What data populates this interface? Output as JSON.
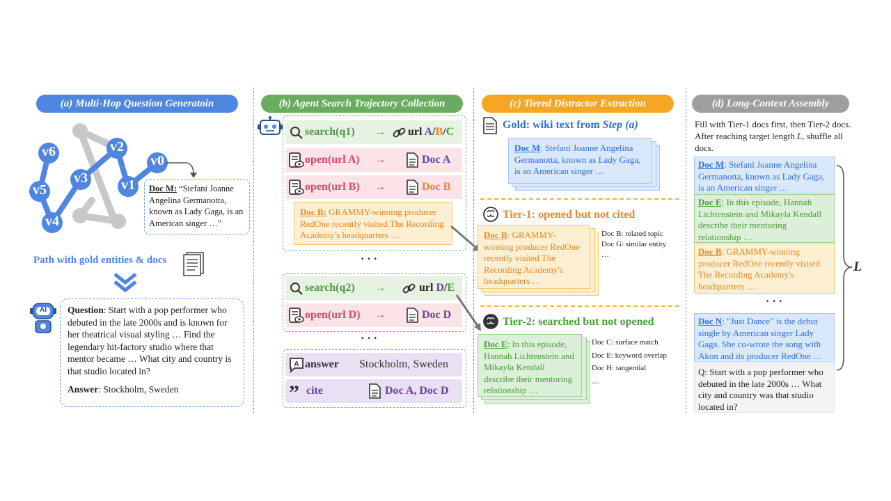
{
  "panel_a": {
    "header": "(a) Multi-Hop Question Generatoin",
    "nodes": [
      "v6",
      "v2",
      "v0",
      "v3",
      "v1",
      "v5",
      "v4"
    ],
    "doc_m_label": "Doc M:",
    "doc_m_text": "“Stefani Joanne Angelina Germanotta, known as Lady Gaga, is an American singer …”",
    "path_label": "Path with gold entities & docs",
    "ai_badge": "AI",
    "question_label": "Question",
    "question_text": ": Start with a pop performer who debuted in the late 2000s and is known for her theatrical visual styling … Find the legendary hit-factory studio where that mentor became … What city and country is that studio located in?",
    "answer_label": "Answer",
    "answer_text": ": Stockholm, Sweden"
  },
  "panel_b": {
    "header": "(b) Agent Search Trajectory Collection",
    "search1": "search(q1)",
    "url1_prefix": "url ",
    "url1_a": "A",
    "url1_b": "B",
    "url1_c": "C",
    "slash": "/",
    "open_a": "open(url A)",
    "doc_a": "Doc A",
    "open_b": "open(url B)",
    "doc_b": "Doc B",
    "docb_label": "Doc B:",
    "docb_text": " GRAMMY-winning producer RedOne recently visited The Recording Academy's headquarters …",
    "ellipsis": "· · ·",
    "search2": "search(q2)",
    "url2_prefix": "url ",
    "url2_d": "D",
    "url2_e": "E",
    "open_d": "open(url D)",
    "doc_d": "Doc D",
    "answer_label": "answer",
    "answer_value": "Stockholm, Sweden",
    "cite_label": "cite",
    "cite_value": "Doc A, Doc D",
    "arrow": "→"
  },
  "panel_c": {
    "header": "(c) Tiered Distractor Extraction",
    "gold_title_prefix": "Gold: wiki text from ",
    "gold_title_em": "Step (a)",
    "gold_label": "Doc M",
    "gold_text": ": Stefani Joanne Angelina Germanotta, known as Lady Gaga, is an American singer …",
    "tier1_title": "Tier-1: opened but not cited",
    "tier1_label": "Doc B",
    "tier1_text": ": GRAMMY-winning producer RedOne recently visited The Recording Academy's headquarters …",
    "tier1_notes": [
      "Doc B: related topic",
      "Doc G: similar entity",
      "…"
    ],
    "tier2_title": "Tier-2: searched but not opened",
    "tier2_label": "Doc E",
    "tier2_text": ": In this episode, Hannah Lichtenstein and Mikayla Kendall describe their mentoring relationship …",
    "tier2_notes": [
      "Doc C: surface match",
      "Doc E: keyword overlap",
      "Doc H: tangential",
      "…"
    ]
  },
  "panel_d": {
    "header": "(d) Long-Context Assembly",
    "desc_1": "Fill with Tier-1 docs first, then Tier-2 docs. After reaching target length ",
    "desc_L": "L",
    "desc_2": ", shuffle all docs.",
    "docs": [
      {
        "label": "Doc M",
        "text": ": Stefani Joanne Angelina Germanotta, known as Lady Gaga, is an American singer …"
      },
      {
        "label": "Doc E",
        "text": ": In this episode, Hannah Lichtenstein and Mikayla Kendall describe their mentoring relationship …"
      },
      {
        "label": "Doc B",
        "text": ": GRAMMY-winning producer RedOne recently visited The Recording Academy's headquarters …"
      },
      {
        "label": "Doc N",
        "text": ": \"Just Dance\" is the debut single by American singer Lady Gaga. She co-wrote the song with Akon and its producer RedOne …"
      }
    ],
    "ellipsis": "· · ·",
    "q_text": "Q: Start with a pop performer who debuted in the late 2000s … What city and country was that studio located in?",
    "brace_label": "L"
  },
  "colors": {
    "blue": "#4f86e0",
    "green": "#6aac5f",
    "orange": "#f5a623",
    "gray": "#9e9e9e",
    "search_green": "#4a9a3c",
    "open_red": "#e0456a",
    "purple": "#6b3fa0",
    "tier_orange": "#e8862a",
    "doc_blue_bg": "#d9e8fb",
    "doc_green_bg": "#dcefd8",
    "doc_orange_bg": "#fdf0d2"
  },
  "icons": [
    "robot-icon",
    "magnifier-icon",
    "link-icon",
    "document-icon",
    "open-doc-icon",
    "chat-icon",
    "quote-icon",
    "brain-icon",
    "ai-robot-icon",
    "stacked-docs-icon",
    "double-chevron-icon"
  ]
}
